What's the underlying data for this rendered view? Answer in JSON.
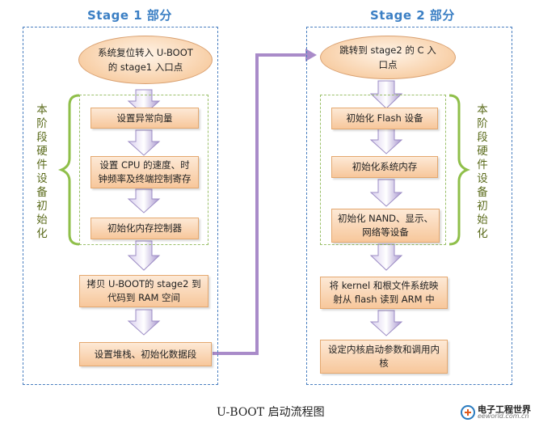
{
  "stage1": {
    "title": "Stage 1 部分",
    "entry": "系统复位转入 U-BOOT 的 stage1 入口点",
    "hw_label": "本阶段硬件设备初始化",
    "steps": [
      "设置异常向量",
      "设置 CPU 的速度、时钟频率及终端控制寄存",
      "初始化内存控制器",
      "拷贝 U-BOOT的 stage2 到代码到 RAM 空间",
      "设置堆栈、初始化数据段"
    ]
  },
  "stage2": {
    "title": "Stage 2 部分",
    "entry": "跳转到 stage2 的 C 入口点",
    "hw_label": "本阶段硬件设备初始化",
    "steps": [
      "初始化 Flash 设备",
      "初始化系统内存",
      "初始化 NAND、显示、网络等设备",
      "将 kernel 和根文件系统映射从 flash 读到 ARM 中",
      "设定内核启动参数和调用内核"
    ]
  },
  "caption": "U-BOOT 启动流程图",
  "logo": {
    "main": "电子工程世界",
    "sub": "eeworld.com.cn"
  },
  "colors": {
    "stage_title": "#3b7fc4",
    "stage_border": "#4a7fc0",
    "hw_border": "#9bc06a",
    "brace": "#8fbf4a",
    "step_fill": "#f7c79b",
    "arrow": "#b3a3d6",
    "connector": "#a98bc9"
  }
}
